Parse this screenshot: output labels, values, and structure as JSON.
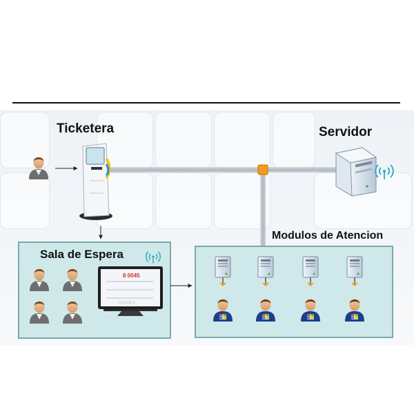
{
  "labels": {
    "ticketera": "Ticketera",
    "servidor": "Servidor",
    "modulos": "Modulos de Atencion",
    "sala": "Sala de Espera"
  },
  "monitor": {
    "big_number": "8 0045",
    "small_text": "SADES"
  },
  "colors": {
    "panel_fill": "#cfe9ea",
    "panel_border": "#7aa8ad",
    "network_line": "#b9c3cb",
    "junction": "#f39b1e",
    "wifi": "#28a8c7",
    "person_skin": "#e9b489",
    "person_body": "#6e6e6e",
    "operator_body": "#1b3f8b"
  },
  "icons": {
    "customer": "person-icon",
    "kiosk": "kiosk-icon",
    "server": "server-tower-icon",
    "wifi": "wifi-icon",
    "monitor": "monitor-icon",
    "workstation": "workstation-server-icon",
    "operator": "operator-person-icon"
  }
}
